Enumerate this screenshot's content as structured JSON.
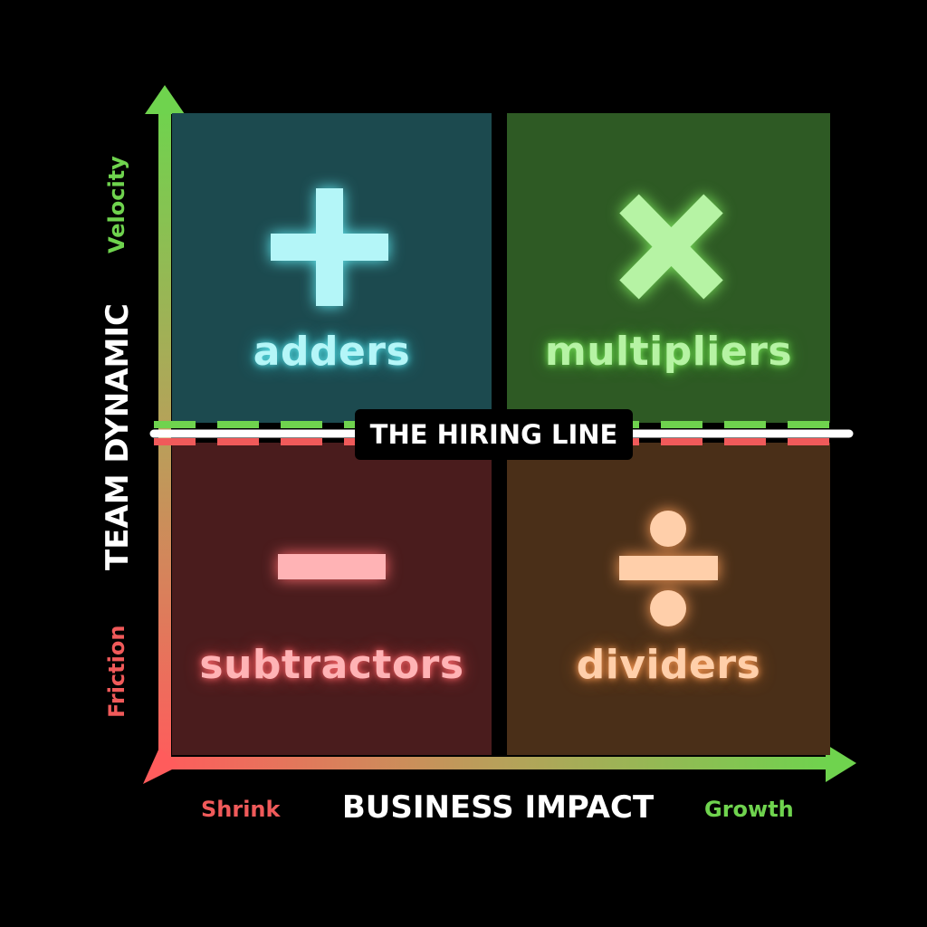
{
  "quadrants": {
    "top_left": {
      "label": "adders",
      "icon": "plus-icon",
      "color": "#b4f6f8"
    },
    "top_right": {
      "label": "multipliers",
      "icon": "multiply-icon",
      "color": "#b6f3a4"
    },
    "bottom_left": {
      "label": "subtractors",
      "icon": "minus-icon",
      "color": "#ffb3b5"
    },
    "bottom_right": {
      "label": "dividers",
      "icon": "divide-icon",
      "color": "#ffcfaa"
    }
  },
  "hiring_line": {
    "label": "THE HIRING LINE"
  },
  "x_axis": {
    "title": "BUSINESS IMPACT",
    "low_label": "Shrink",
    "high_label": "Growth"
  },
  "y_axis": {
    "title": "TEAM DYNAMIC",
    "low_label": "Friction",
    "high_label": "Velocity"
  },
  "colors": {
    "green": "#6fd34e",
    "red": "#f05a5a"
  }
}
